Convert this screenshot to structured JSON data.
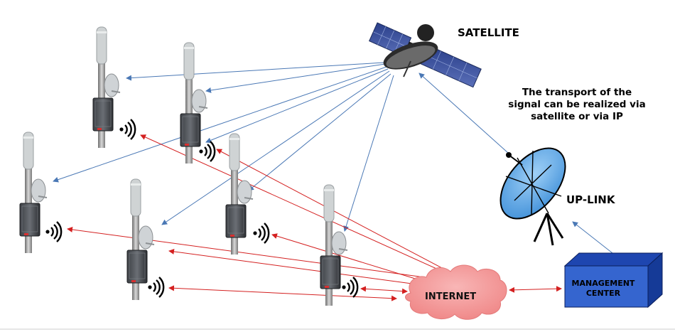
{
  "labels": {
    "satellite": "SATELLITE",
    "uplink": "UP-LINK",
    "transport_note": "The transport of the signal can be realized via satellite or via IP",
    "internet": "INTERNET",
    "management_line1": "MANAGEMENT",
    "management_line2": "CENTER"
  },
  "colors": {
    "satellite_link": "#4a78b5",
    "internet_link": "#d42020",
    "internet_cloud": "#f6a3a3",
    "management_box": "#2f5fbf",
    "dish_blue": "#5aa8e8"
  },
  "icons": [
    "satellite-icon",
    "uplink-dish-icon",
    "antenna-tower-icon",
    "wireless-signal-icon",
    "internet-cloud-icon",
    "management-center-box-icon"
  ]
}
